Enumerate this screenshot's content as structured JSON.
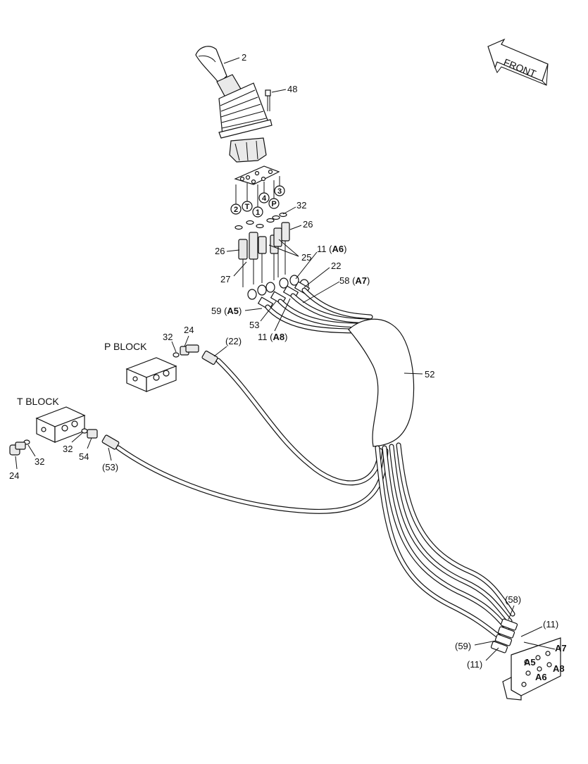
{
  "front_label": "FRONT",
  "blocks": {
    "p_block": "P BLOCK",
    "t_block": "T BLOCK"
  },
  "ports": [
    "2",
    "T",
    "1",
    "4",
    "P",
    "3"
  ],
  "callouts": [
    {
      "id": "c-2",
      "num": "2",
      "tag": ""
    },
    {
      "id": "c-48",
      "num": "48",
      "tag": ""
    },
    {
      "id": "c-32a",
      "num": "32",
      "tag": ""
    },
    {
      "id": "c-26a",
      "num": "26",
      "tag": ""
    },
    {
      "id": "c-26b",
      "num": "26",
      "tag": ""
    },
    {
      "id": "c-25",
      "num": "25",
      "tag": ""
    },
    {
      "id": "c-11a",
      "num": "11 (",
      "tag": "A6"
    },
    {
      "id": "c-27",
      "num": "27",
      "tag": ""
    },
    {
      "id": "c-22",
      "num": "22",
      "tag": ""
    },
    {
      "id": "c-58",
      "num": "58 (",
      "tag": "A7"
    },
    {
      "id": "c-59",
      "num": "59 (",
      "tag": "A5"
    },
    {
      "id": "c-53",
      "num": "53",
      "tag": ""
    },
    {
      "id": "c-11b",
      "num": "11 (",
      "tag": "A8"
    },
    {
      "id": "c-24a",
      "num": "24",
      "tag": ""
    },
    {
      "id": "c-32b",
      "num": "32",
      "tag": ""
    },
    {
      "id": "c-22p",
      "num": "(22)",
      "tag": ""
    },
    {
      "id": "c-52",
      "num": "52",
      "tag": ""
    },
    {
      "id": "c-32c",
      "num": "32",
      "tag": ""
    },
    {
      "id": "c-54",
      "num": "54",
      "tag": ""
    },
    {
      "id": "c-53p",
      "num": "(53)",
      "tag": ""
    },
    {
      "id": "c-32d",
      "num": "32",
      "tag": ""
    },
    {
      "id": "c-24b",
      "num": "24",
      "tag": ""
    },
    {
      "id": "c-58p",
      "num": "(58)",
      "tag": ""
    },
    {
      "id": "c-11p",
      "num": "(11)",
      "tag": ""
    },
    {
      "id": "c-59p",
      "num": "(59)",
      "tag": ""
    },
    {
      "id": "c-11q",
      "num": "(11)",
      "tag": ""
    }
  ],
  "bracket_labels": [
    "A7",
    "A5",
    "A8",
    "A6"
  ]
}
